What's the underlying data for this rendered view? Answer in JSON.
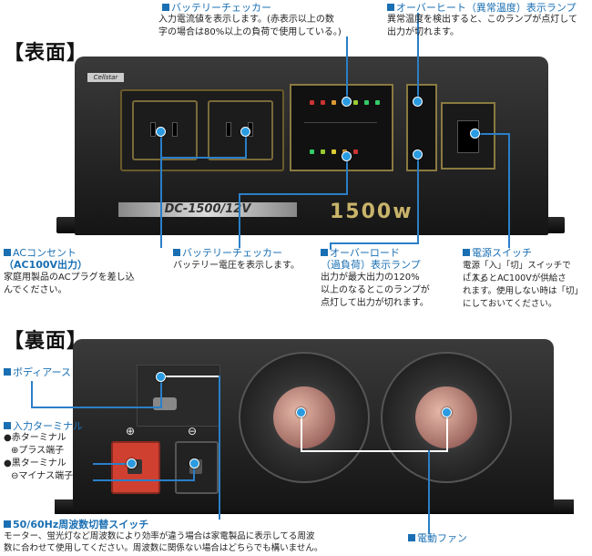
{
  "front": {
    "heading": "【表面】",
    "model_plate": "DC-1500/12V",
    "wattage_badge": "1500w",
    "brand": "Cellstar"
  },
  "rear": {
    "heading": "【裏面】",
    "terminal_plus": "⊕",
    "terminal_minus": "⊖"
  },
  "callouts": {
    "battery_checker_top": {
      "title": "バッテリーチェッカー",
      "line1": "入力電流値を表示します。(赤表示以上の数",
      "line2": "字の場合は80%以上の負荷で使用している。)"
    },
    "overheat_lamp": {
      "title": "オーバーヒート（異常温度）表示ランプ",
      "line1": "異常温度を検出すると、このランプが点灯して",
      "line2": "出力が切れます。"
    },
    "ac_outlet": {
      "title": "ACコンセント",
      "title2": "（AC100V出力）",
      "line1": "家庭用製品のACプラグを差し込",
      "line2": "んでください。"
    },
    "battery_checker_bottom": {
      "title": "バッテリーチェッカー",
      "line1": "バッテリー電圧を表示します。"
    },
    "overload_lamp": {
      "title": "オーバーロード",
      "title2": "（過負荷）表示ランプ",
      "line1": "出力が最大出力の120%",
      "line2": "以上のなるとこのランプが",
      "line3": "点灯して出力が切れます。"
    },
    "power_switch": {
      "title": "電源スイッチ",
      "line1": "電源「入」「切」スイッチで「入」",
      "line2": "にするとAC100Vが供給さ",
      "line3": "れます。使用しない時は「切」",
      "line4": "にしておいてください。"
    },
    "body_earth": {
      "title": "ボディアース"
    },
    "input_terminal": {
      "title": "入力ターミナル",
      "line1": "●赤ターミナル",
      "line2": "⊕プラス端子",
      "line3": "●黒ターミナル",
      "line4": "⊖マイナス端子"
    },
    "freq_switch": {
      "title": "50/60Hz周波数切替スイッチ",
      "line1": "モーター、蛍光灯など周波数により効率が違う場合は家電製品に表示してる周波",
      "line2": "数に合わせて使用してください。周波数に関係ない場合はどちらでも構いません。"
    },
    "electric_fan": {
      "title": "電動ファン"
    }
  }
}
